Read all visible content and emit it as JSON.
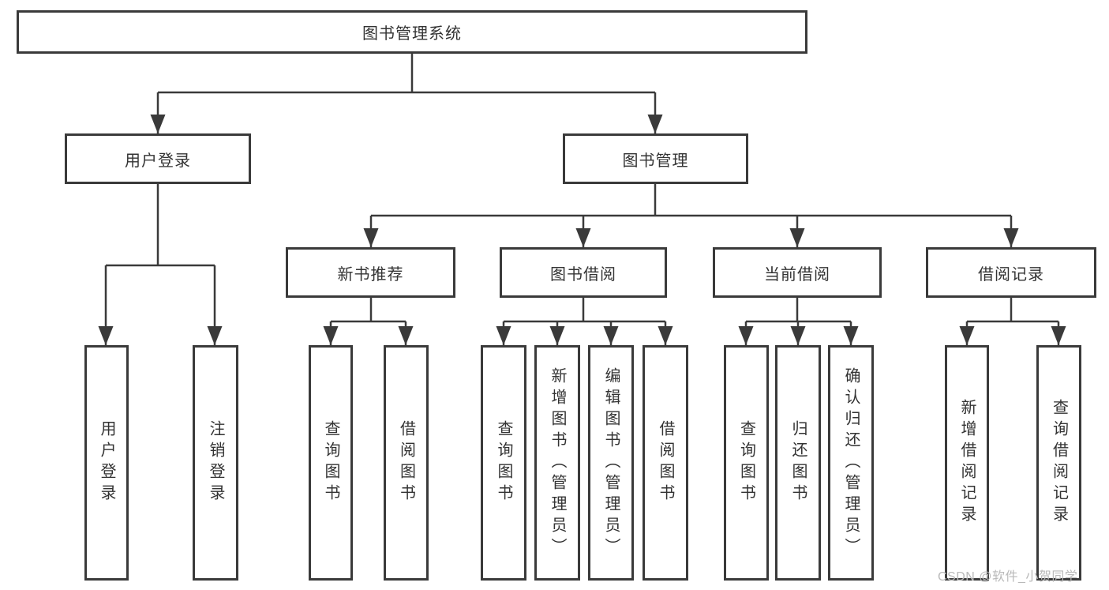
{
  "diagram_title": "图书管理系统",
  "tree": {
    "label": "图书管理系统",
    "children": [
      {
        "label": "用户登录",
        "children": [
          {
            "label": "用户登录"
          },
          {
            "label": "注销登录"
          }
        ]
      },
      {
        "label": "图书管理",
        "children": [
          {
            "label": "新书推荐",
            "children": [
              {
                "label": "查询图书"
              },
              {
                "label": "借阅图书"
              }
            ]
          },
          {
            "label": "图书借阅",
            "children": [
              {
                "label": "查询图书"
              },
              {
                "label": "新增图书（管理员）"
              },
              {
                "label": "编辑图书（管理员）"
              },
              {
                "label": "借阅图书"
              }
            ]
          },
          {
            "label": "当前借阅",
            "children": [
              {
                "label": "查询图书"
              },
              {
                "label": "归还图书"
              },
              {
                "label": "确认归还（管理员）"
              }
            ]
          },
          {
            "label": "借阅记录",
            "children": [
              {
                "label": "新增借阅记录"
              },
              {
                "label": "查询借阅记录"
              }
            ]
          }
        ]
      }
    ]
  },
  "watermark": {
    "text": "CSDN @软件_小贺同学"
  },
  "colors": {
    "line_color": "#3a3a3a",
    "text_color": "#333333",
    "background": "#ffffff",
    "watermark_color": "#b9b9b9"
  }
}
